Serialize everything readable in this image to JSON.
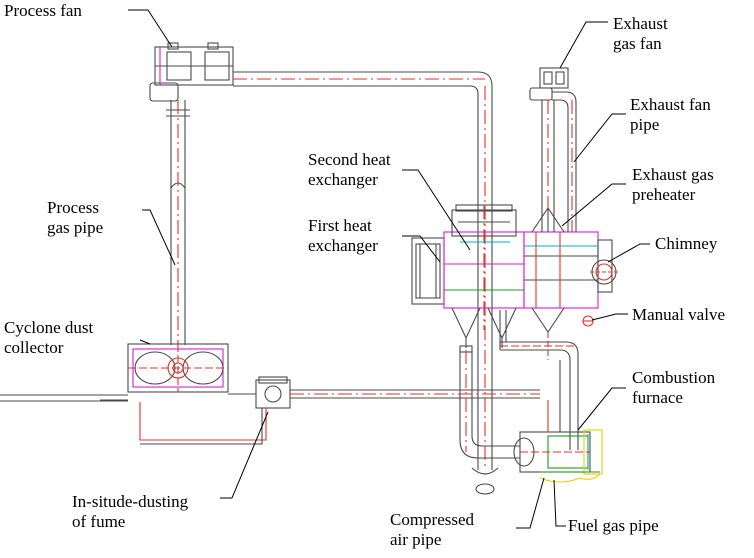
{
  "labels": {
    "process_fan": "Process fan",
    "process_gas_pipe": [
      "Process",
      "gas pipe"
    ],
    "cyclone": [
      "Cyclone dust",
      "collector"
    ],
    "in_situ": [
      "In-situde-dusting",
      "of fume"
    ],
    "exhaust_gas_fan": [
      "Exhaust",
      "gas fan"
    ],
    "exhaust_fan_pipe": [
      "Exhaust fan",
      "pipe"
    ],
    "second_hx": [
      "Second heat",
      "exchanger"
    ],
    "first_hx": [
      "First heat",
      "exchanger"
    ],
    "preheater": [
      "Exhaust gas",
      "preheater"
    ],
    "chimney": "Chimney",
    "manual_valve": "Manual valve",
    "combustion": [
      "Combustion",
      "furnace"
    ],
    "compressed_air": [
      "Compressed",
      "air pipe"
    ],
    "fuel_gas_pipe": "Fuel gas pipe"
  },
  "colors": {
    "line": "#4a4a4a",
    "accent_red": "#e5322b",
    "accent_magenta": "#d81bd8",
    "accent_green": "#1a9a1a",
    "accent_cyan": "#00b0c8",
    "accent_yellow": "#e8d000"
  }
}
